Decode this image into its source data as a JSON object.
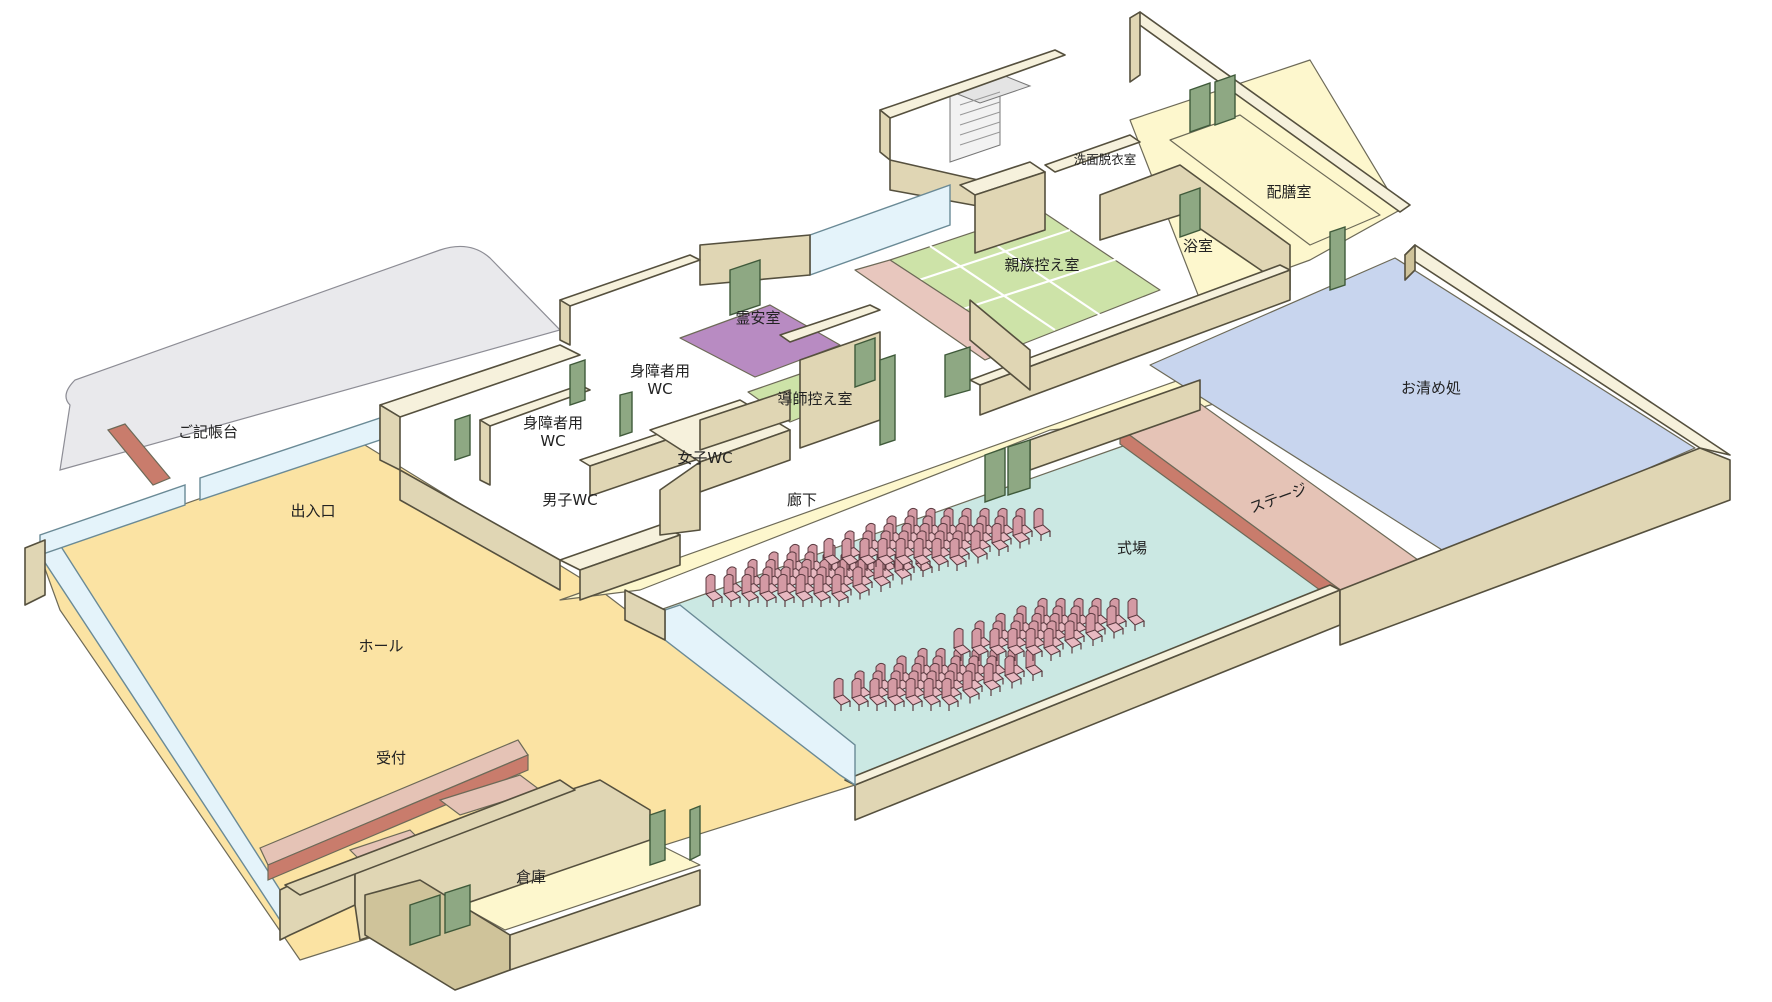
{
  "labels": {
    "guestbook": "ご記帳台",
    "entrance": "出入口",
    "hall": "ホール",
    "reception": "受付",
    "storage": "倉庫",
    "male_wc": "男子WC",
    "accessible_wc_1": "身障者用\nWC",
    "accessible_wc_2": "身障者用\nWC",
    "female_wc": "女子WC",
    "corridor": "廊下",
    "mortuary": "霊安室",
    "priest_room": "導師控え室",
    "family_room": "親族控え室",
    "changing_room": "洗面脱衣室",
    "bathroom": "浴室",
    "pantry": "配膳室",
    "refreshment": "お清め処",
    "ceremony_hall": "式場",
    "stage": "ステージ"
  },
  "colors": {
    "hall_floor": "#fbe3a3",
    "corridor_floor": "#fdf7cd",
    "parking": "#e9e9ec",
    "ceremony_floor": "#cbe8e3",
    "stage": "#e5c3b6",
    "stage_edge": "#c97c6c",
    "refreshment_floor": "#c8d5ee",
    "tatami": "#cde3a8",
    "mortuary": "#b88bc2",
    "pink_floor": "#e8c7be",
    "reception_counter": "#c97c6c",
    "door": "#8ea883",
    "glass": "#e4f3fa"
  },
  "icons": {
    "chair": "chair-icon",
    "stairs": "stairs-icon",
    "door": "door-icon"
  }
}
